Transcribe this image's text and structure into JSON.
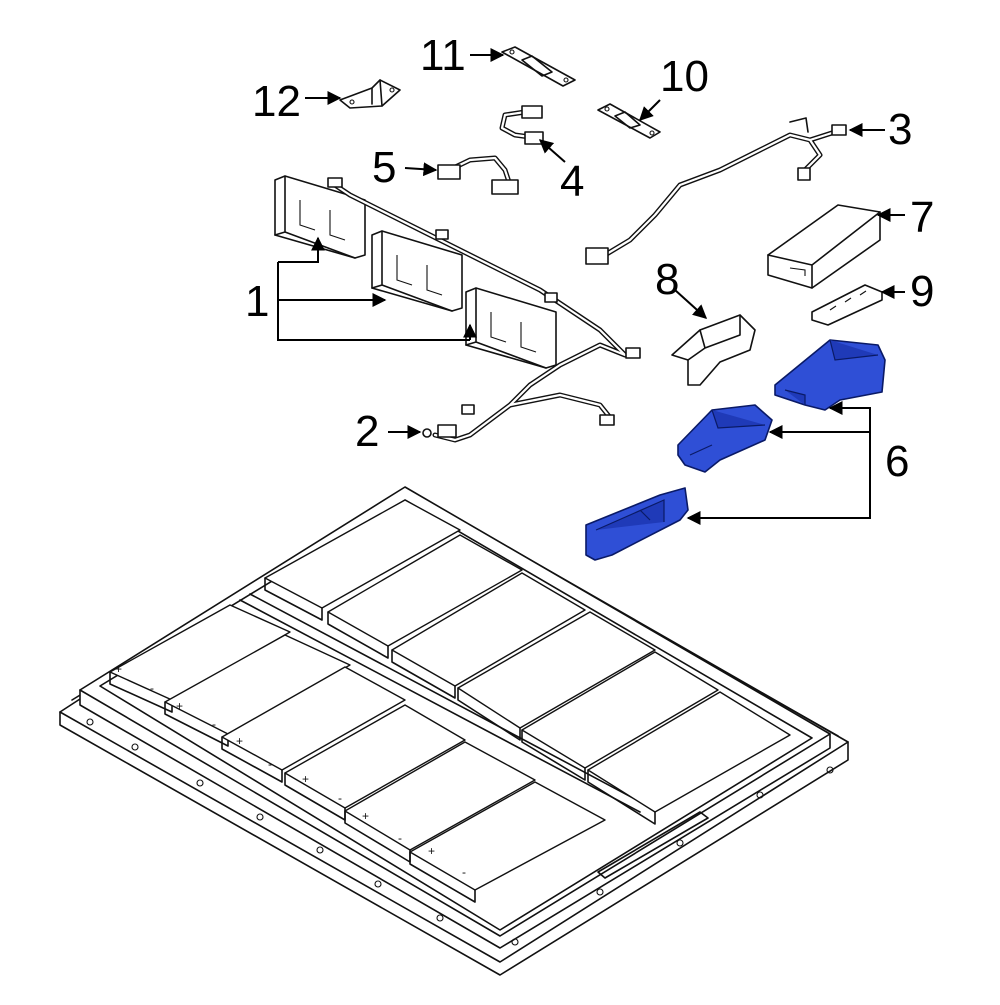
{
  "diagram": {
    "callouts": [
      {
        "id": "1",
        "label": "1"
      },
      {
        "id": "2",
        "label": "2"
      },
      {
        "id": "3",
        "label": "3"
      },
      {
        "id": "4",
        "label": "4"
      },
      {
        "id": "5",
        "label": "5"
      },
      {
        "id": "6",
        "label": "6"
      },
      {
        "id": "7",
        "label": "7"
      },
      {
        "id": "8",
        "label": "8"
      },
      {
        "id": "9",
        "label": "9"
      },
      {
        "id": "10",
        "label": "10"
      },
      {
        "id": "11",
        "label": "11"
      },
      {
        "id": "12",
        "label": "12"
      }
    ],
    "cell_terminal_marks": [
      "+",
      "-"
    ],
    "colors": {
      "highlight": "#2f4fd6",
      "line": "#111111",
      "background": "#ffffff"
    }
  }
}
